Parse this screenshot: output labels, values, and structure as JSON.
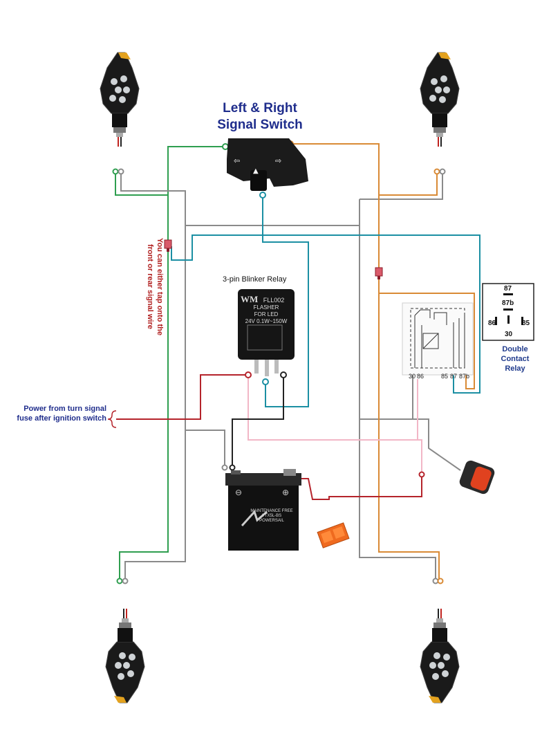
{
  "title": {
    "line1": "Left & Right",
    "line2": "Signal Switch"
  },
  "blinker_relay": {
    "caption": "3-pin Blinker Relay",
    "brand": "WM",
    "model": "FLL002",
    "text1": "FLASHER",
    "text2": "FOR LED",
    "text3": "24V  0.1W~150W"
  },
  "tap_note": {
    "line1": "You can either tap onto the",
    "line2": "front or rear signal wire"
  },
  "power_note": {
    "line1": "Power from turn signal",
    "line2": "fuse after ignition switch"
  },
  "double_relay": {
    "pins": [
      "87",
      "87b",
      "86",
      "85",
      "30"
    ],
    "caption_lines": [
      "Double",
      "Contact",
      "Relay"
    ],
    "terminal_labels": [
      "30",
      "86",
      "85",
      "87",
      "87b"
    ]
  },
  "battery": {
    "line1": "MAINTENANCE FREE",
    "line2": "YTX5L-BS",
    "brand": "POWERSAIL"
  },
  "icons": [
    "turn-signal-lamp-icon",
    "signal-switch-icon",
    "flasher-relay-icon",
    "battery-icon",
    "fuse-icon",
    "hazard-button-icon",
    "connector-icon"
  ],
  "colors": {
    "wire_green": "#2e9e4f",
    "wire_gray": "#8a8a8a",
    "wire_orange": "#d98a35",
    "wire_teal": "#1b8fa3",
    "wire_red": "#b5232b",
    "wire_pink": "#f2b6c6",
    "wire_black": "#222222",
    "title_blue": "#1f2d8c"
  }
}
